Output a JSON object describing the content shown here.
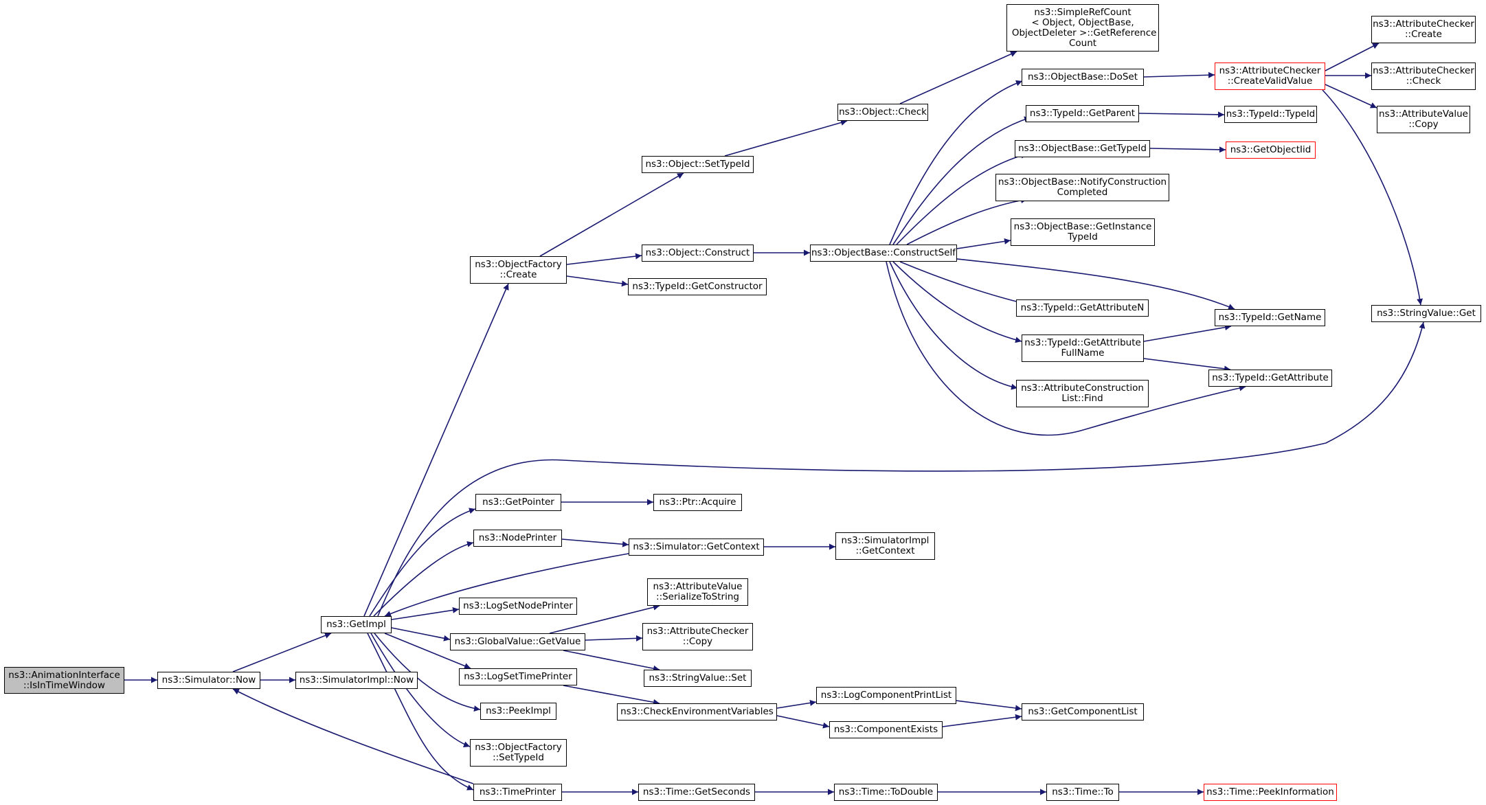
{
  "colors": {
    "edge": "#191970",
    "node_border": "#000000",
    "incomplete_border": "#ff0000",
    "root_fill": "#bfbfbf"
  },
  "nodes": {
    "root": "ns3::AnimationInterface\n::IsInTimeWindow",
    "sim_now": "ns3::Simulator::Now",
    "simimpl_now": "ns3::SimulatorImpl::Now",
    "getimpl": "ns3::GetImpl",
    "objfactory_create": "ns3::ObjectFactory\n::Create",
    "object_settypeid": "ns3::Object::SetTypeId",
    "object_check": "ns3::Object::Check",
    "simplerefcount": "ns3::SimpleRefCount\n< Object, ObjectBase,\n ObjectDeleter >::GetReference\nCount",
    "object_construct": "ns3::Object::Construct",
    "typeid_getconstructor": "ns3::TypeId::GetConstructor",
    "objbase_constructself": "ns3::ObjectBase::ConstructSelf",
    "objbase_doset": "ns3::ObjectBase::DoSet",
    "typeid_getparent": "ns3::TypeId::GetParent",
    "objbase_gettypeid": "ns3::ObjectBase::GetTypeId",
    "objbase_notify": "ns3::ObjectBase::NotifyConstruction\nCompleted",
    "objbase_getinstance": "ns3::ObjectBase::GetInstance\nTypeId",
    "typeid_getattributen": "ns3::TypeId::GetAttributeN",
    "typeid_getattrfullname": "ns3::TypeId::GetAttribute\nFullName",
    "attrconstr_find": "ns3::AttributeConstruction\nList::Find",
    "attrchecker_createvalid": "ns3::AttributeChecker\n::CreateValidValue",
    "typeid_typeid": "ns3::TypeId::TypeId",
    "getobjectiid": "ns3::GetObjectIid",
    "typeid_getname": "ns3::TypeId::GetName",
    "typeid_getattribute": "ns3::TypeId::GetAttribute",
    "attrchecker_create": "ns3::AttributeChecker\n::Create",
    "attrchecker_check": "ns3::AttributeChecker\n::Check",
    "attrvalue_copy": "ns3::AttributeValue\n::Copy",
    "stringvalue_get": "ns3::StringValue::Get",
    "getpointer": "ns3::GetPointer",
    "ptr_acquire": "ns3::Ptr::Acquire",
    "nodeprinter": "ns3::NodePrinter",
    "sim_getcontext": "ns3::Simulator::GetContext",
    "simimpl_getcontext": "ns3::SimulatorImpl\n::GetContext",
    "logsetnodeprinter": "ns3::LogSetNodePrinter",
    "globalvalue_getvalue": "ns3::GlobalValue::GetValue",
    "attrvalue_serialize": "ns3::AttributeValue\n::SerializeToString",
    "attrchecker_copy": "ns3::AttributeChecker\n::Copy",
    "stringvalue_set": "ns3::StringValue::Set",
    "logsettimeprinter": "ns3::LogSetTimePrinter",
    "checkenv": "ns3::CheckEnvironmentVariables",
    "logcomponentprintlist": "ns3::LogComponentPrintList",
    "componentexists": "ns3::ComponentExists",
    "getcomponentlist": "ns3::GetComponentList",
    "peekimpl": "ns3::PeekImpl",
    "objfactory_settypeid": "ns3::ObjectFactory\n::SetTypeId",
    "timeprinter": "ns3::TimePrinter",
    "time_getseconds": "ns3::Time::GetSeconds",
    "time_todouble": "ns3::Time::ToDouble",
    "time_to": "ns3::Time::To",
    "time_peekinformation": "ns3::Time::PeekInformation"
  }
}
